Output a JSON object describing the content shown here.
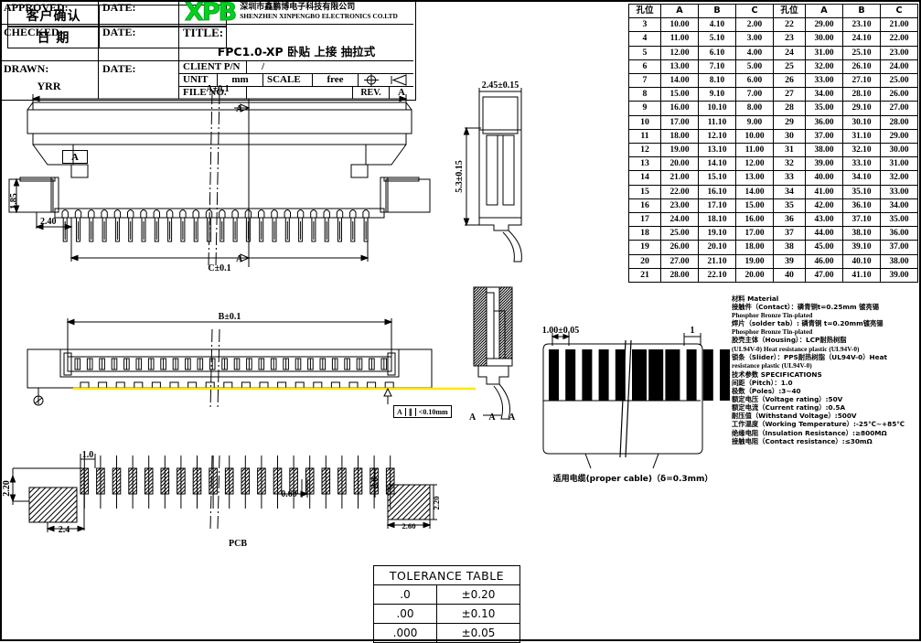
{
  "header": {
    "confirm_label": "客户确认",
    "date_label": "日  期",
    "confirm_value": "",
    "date_value": ""
  },
  "pin_table": {
    "columns": [
      "孔位",
      "A",
      "B",
      "C"
    ],
    "left_rows": [
      [
        "3",
        "10.00",
        "4.10",
        "2.00"
      ],
      [
        "4",
        "11.00",
        "5.10",
        "3.00"
      ],
      [
        "5",
        "12.00",
        "6.10",
        "4.00"
      ],
      [
        "6",
        "13.00",
        "7.10",
        "5.00"
      ],
      [
        "7",
        "14.00",
        "8.10",
        "6.00"
      ],
      [
        "8",
        "15.00",
        "9.10",
        "7.00"
      ],
      [
        "9",
        "16.00",
        "10.10",
        "8.00"
      ],
      [
        "10",
        "17.00",
        "11.10",
        "9.00"
      ],
      [
        "11",
        "18.00",
        "12.10",
        "10.00"
      ],
      [
        "12",
        "19.00",
        "13.10",
        "11.00"
      ],
      [
        "13",
        "20.00",
        "14.10",
        "12.00"
      ],
      [
        "14",
        "21.00",
        "15.10",
        "13.00"
      ],
      [
        "15",
        "22.00",
        "16.10",
        "14.00"
      ],
      [
        "16",
        "23.00",
        "17.10",
        "15.00"
      ],
      [
        "17",
        "24.00",
        "18.10",
        "16.00"
      ],
      [
        "18",
        "25.00",
        "19.10",
        "17.00"
      ],
      [
        "19",
        "26.00",
        "20.10",
        "18.00"
      ],
      [
        "20",
        "27.00",
        "21.10",
        "19.00"
      ],
      [
        "21",
        "28.00",
        "22.10",
        "20.00"
      ]
    ],
    "right_rows": [
      [
        "22",
        "29.00",
        "23.10",
        "21.00"
      ],
      [
        "23",
        "30.00",
        "24.10",
        "22.00"
      ],
      [
        "24",
        "31.00",
        "25.10",
        "23.00"
      ],
      [
        "25",
        "32.00",
        "26.10",
        "24.00"
      ],
      [
        "26",
        "33.00",
        "27.10",
        "25.00"
      ],
      [
        "27",
        "34.00",
        "28.10",
        "26.00"
      ],
      [
        "28",
        "35.00",
        "29.10",
        "27.00"
      ],
      [
        "29",
        "36.00",
        "30.10",
        "28.00"
      ],
      [
        "30",
        "37.00",
        "31.10",
        "29.00"
      ],
      [
        "31",
        "38.00",
        "32.10",
        "30.00"
      ],
      [
        "32",
        "39.00",
        "33.10",
        "31.00"
      ],
      [
        "33",
        "40.00",
        "34.10",
        "32.00"
      ],
      [
        "34",
        "41.00",
        "35.10",
        "33.00"
      ],
      [
        "35",
        "42.00",
        "36.10",
        "34.00"
      ],
      [
        "36",
        "43.00",
        "37.10",
        "35.00"
      ],
      [
        "37",
        "44.00",
        "38.10",
        "36.00"
      ],
      [
        "38",
        "45.00",
        "39.10",
        "37.00"
      ],
      [
        "39",
        "46.00",
        "40.10",
        "38.00"
      ],
      [
        "40",
        "47.00",
        "41.10",
        "39.00"
      ]
    ]
  },
  "specs": {
    "material_title": "材料 Material",
    "lines": [
      "接触件（Contact）：磷青铜t=0.25mm 镀亮锡",
      "Phosphor Bronze Tin-plated",
      "焊片（solder tab）: 磷青铜 t=0.20mm镀亮锡",
      "Phosphor Bronze Tin-plated",
      "胶壳主体（Housing）：LCP耐热树脂",
      "(UL94V-0) Heat resistance plastic (UL94V-0)",
      "锁条（Slider）：PPS耐热树脂（UL94V-0）Heat",
      "resistance plastic (UL94V-0)"
    ],
    "spec_title": "技术参数 SPECIFICATIONS",
    "spec_lines": [
      "间距（Pitch）：1.0",
      "极数（Poles）:3~40",
      "额定电压（Voltage rating）:50V",
      "额定电流（Current rating）:0.5A",
      "耐压值（Withstand Voltage）:500V",
      "工作温度（Working Temperature）:-25℃~+85℃",
      "绝缘电阻（Insulation Resistance）:≥800MΩ",
      "接触电阻（Contact  resistance）:≤30mΩ"
    ]
  },
  "drawing": {
    "dim_A": "A±0.1",
    "dim_B": "B±0.1",
    "dim_C": "C±0.1",
    "dim_245": "2.45±0.15",
    "dim_53": "5.3±0.15",
    "dim_185": "1.85",
    "dim_240": "2.40",
    "dim_26": "2.6",
    "datum_A": "A",
    "section_mark": "A",
    "section_aa": "A",
    "gdt_datum": "A",
    "gdt_symbol": "∥",
    "gdt_value": "<0.10mm",
    "cable_pitch": "1.00±0.05",
    "cable_one": "1",
    "cable_caption": "适用电缆(proper cable)（δ=0.3mm）",
    "pcb_label": "PCB",
    "pcb_10": "1.0",
    "pcb_060": "0.60",
    "pcb_20": "2.0",
    "pcb_220a": "2.20",
    "pcb_220b": "2.20",
    "pcb_24": "2.4",
    "pcb_260": "2.60"
  },
  "tolerance_table": {
    "title": "TOLERANCE  TABLE",
    "rows": [
      [
        ".0",
        "±0.20"
      ],
      [
        ".00",
        "±0.10"
      ],
      [
        ".000",
        "±0.05"
      ]
    ]
  },
  "title_block": {
    "approved_label": "APPROVED:",
    "approved_value": "",
    "approved_date_label": "DATE:",
    "approved_date_value": "",
    "checked_label": "CHECKED:",
    "checked_value": "",
    "checked_date_label": "DATE:",
    "checked_date_value": "",
    "drawn_label": "DRAWN:",
    "drawn_value": "YRR",
    "drawn_date_label": "DATE:",
    "drawn_date_value": "",
    "logo_text": "XPB",
    "company_cn": "深圳市鑫鹏博电子科技有限公司",
    "company_en": "SHENZHEN XINPENGBO ELECTRONICS CO.LTD",
    "title_label": "TITLE:",
    "title_value": "FPC1.0-XP 卧贴 上接 抽拉式",
    "client_pn_label": "CLIENT P/N",
    "client_pn_value": "/",
    "unit_label": "UNIT",
    "unit_value": "mm",
    "scale_label": "SCALE",
    "scale_value": "free",
    "file_no_label": "FILE NO.",
    "file_no_value": "",
    "rev_label": "REV.",
    "rev_value": "A"
  },
  "colors": {
    "logo_green": "#00d21e",
    "highlight_yellow": "#ffe800",
    "line": "#000000"
  }
}
